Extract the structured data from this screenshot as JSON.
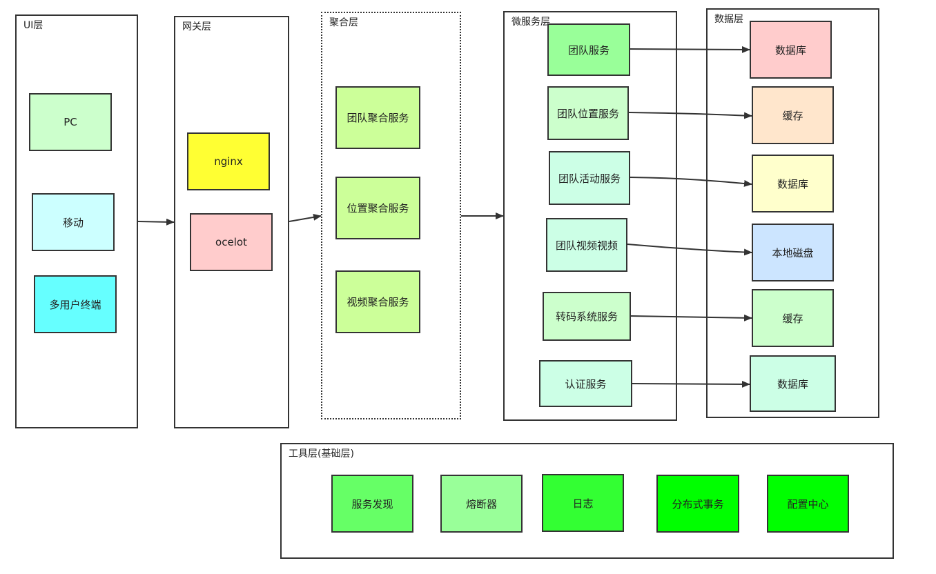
{
  "layers": {
    "ui": {
      "title": "UI层",
      "nodes": [
        {
          "label": "PC",
          "color": "#ccffcc"
        },
        {
          "label": "移动",
          "color": "#ccffff"
        },
        {
          "label": "多用户终端",
          "color": "#66ffff"
        }
      ]
    },
    "gateway": {
      "title": "网关层",
      "nodes": [
        {
          "label": "nginx",
          "color": "#ffff33"
        },
        {
          "label": "ocelot",
          "color": "#ffcccc"
        }
      ]
    },
    "aggregation": {
      "title": "聚合层",
      "nodes": [
        {
          "label": "团队聚合服务",
          "color": "#ccff99"
        },
        {
          "label": "位置聚合服务",
          "color": "#ccff99"
        },
        {
          "label": "视频聚合服务",
          "color": "#ccff99"
        }
      ]
    },
    "microservices": {
      "title": "微服务层",
      "nodes": [
        {
          "label": "团队服务",
          "color": "#99ff99"
        },
        {
          "label": "团队位置服务",
          "color": "#ccffcc"
        },
        {
          "label": "团队活动服务",
          "color": "#ccffe6"
        },
        {
          "label": "团队视频视频",
          "color": "#ccffe6"
        },
        {
          "label": "转码系统服务",
          "color": "#ccffcc"
        },
        {
          "label": "认证服务",
          "color": "#ccffe6"
        }
      ]
    },
    "data": {
      "title": "数据层",
      "nodes": [
        {
          "label": "数据库",
          "color": "#ffcccc"
        },
        {
          "label": "缓存",
          "color": "#ffe6cc"
        },
        {
          "label": "数据库",
          "color": "#ffffcc"
        },
        {
          "label": "本地磁盘",
          "color": "#cce5ff"
        },
        {
          "label": "缓存",
          "color": "#ccffcc"
        },
        {
          "label": "数据库",
          "color": "#ccffe6"
        }
      ]
    },
    "tools": {
      "title": "工具层(基础层)",
      "nodes": [
        {
          "label": "服务发现",
          "color": "#66ff66"
        },
        {
          "label": "熔断器",
          "color": "#99ff99"
        },
        {
          "label": "日志",
          "color": "#33ff33"
        },
        {
          "label": "分布式事务",
          "color": "#00ff00"
        },
        {
          "label": "配置中心",
          "color": "#00ff00"
        }
      ]
    }
  },
  "colors": {
    "stroke": "#333333",
    "background": "#ffffff"
  }
}
